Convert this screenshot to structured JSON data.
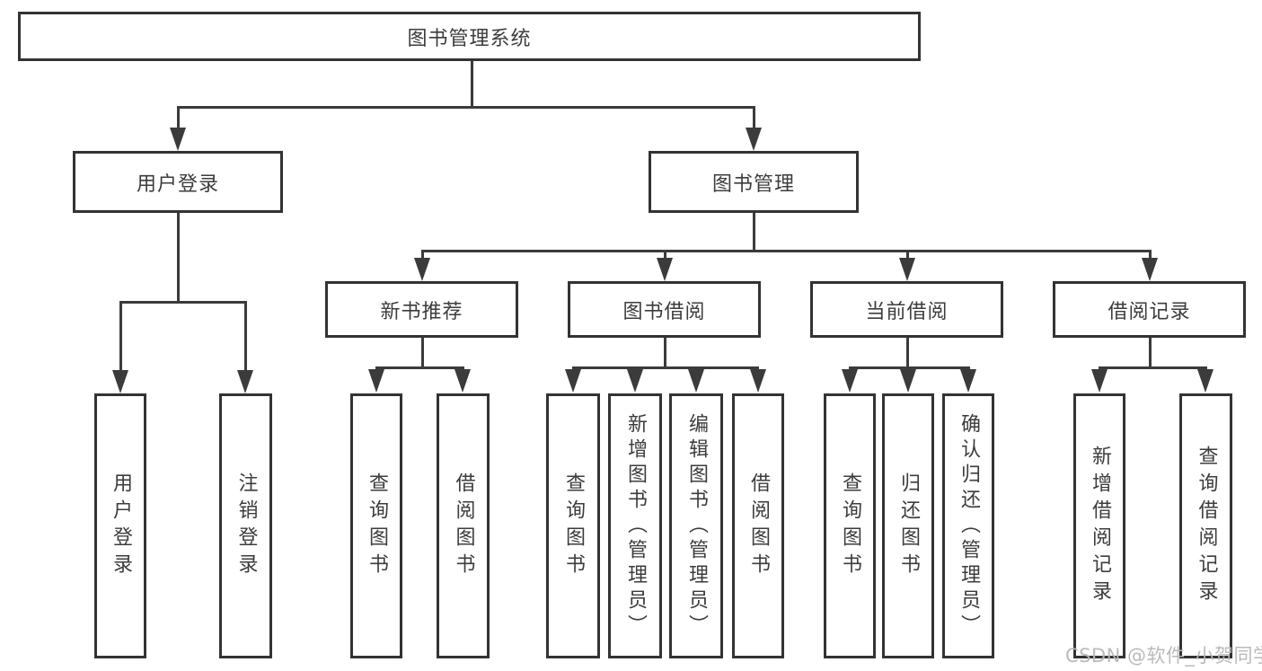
{
  "nodes": {
    "root": "图书管理系统",
    "user_login": "用户登录",
    "book_mgmt": "图书管理",
    "new_books": "新书推荐",
    "book_borrow": "图书借阅",
    "current_borrow": "当前借阅",
    "borrow_records": "借阅记录",
    "ul_login": "用户登录",
    "ul_logout": "注销登录",
    "nb_query": "查询图书",
    "nb_borrow": "借阅图书",
    "bb_query": "查询图书",
    "bb_add": "新增图书（管理员）",
    "bb_edit": "编辑图书（管理员）",
    "bb_borrow": "借阅图书",
    "cb_query": "查询图书",
    "cb_return": "归还图书",
    "cb_confirm": "确认归还（管理员）",
    "br_add": "新增借阅记录",
    "br_query": "查询借阅记录"
  },
  "tree": {
    "图书管理系统": {
      "用户登录": [
        "用户登录",
        "注销登录"
      ],
      "图书管理": {
        "新书推荐": [
          "查询图书",
          "借阅图书"
        ],
        "图书借阅": [
          "查询图书",
          "新增图书（管理员）",
          "编辑图书（管理员）",
          "借阅图书"
        ],
        "当前借阅": [
          "查询图书",
          "归还图书",
          "确认归还（管理员）"
        ],
        "借阅记录": [
          "新增借阅记录",
          "查询借阅记录"
        ]
      }
    }
  },
  "watermark": "CSDN @软件_小贺同学",
  "colors": {
    "line": "#3b3b3b",
    "border": "#333333",
    "text": "#3c3c3c",
    "watermark": "#b6b6b6",
    "background": "#ffffff"
  }
}
